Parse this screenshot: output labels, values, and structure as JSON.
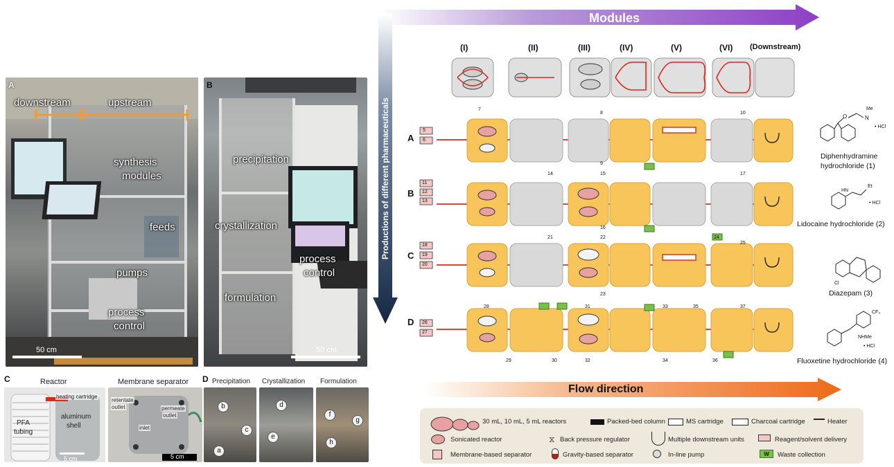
{
  "panels": {
    "A": {
      "letter": "A",
      "labels": {
        "downstream": "downstream",
        "upstream": "upstream",
        "synthesis": "synthesis",
        "modules": "modules",
        "feeds": "feeds",
        "pumps": "pumps",
        "process": "process",
        "control": "control"
      },
      "scale": "50 cm"
    },
    "B": {
      "letter": "B",
      "labels": {
        "precipitation": "precipitation",
        "crystallization": "crystallization",
        "formulation": "formulation",
        "process": "process",
        "control": "control"
      },
      "scale": "50 cm"
    },
    "C": {
      "letter": "C",
      "reactor_title": "Reactor",
      "separator_title": "Membrane separator",
      "heating": "heating cartridge",
      "pfa1": "PFA",
      "pfa2": "tubing",
      "al1": "aluminum",
      "al2": "shell",
      "retentate1": "retentate",
      "retentate2": "outlet",
      "permeate1": "permeate",
      "permeate2": "outlet",
      "inlet": "inlet",
      "scale1": "5 cm",
      "scale2": "5 cm"
    },
    "D": {
      "letter": "D",
      "titles": [
        "Precipitation",
        "Crystallization",
        "Formulation"
      ],
      "circles": [
        "a",
        "b",
        "c",
        "d",
        "e",
        "f",
        "g",
        "h"
      ]
    }
  },
  "diagram": {
    "modules_title": "Modules",
    "flow_title": "Flow direction",
    "y_axis_title": "Productions of different pharmaceuticals",
    "module_headers": [
      "(I)",
      "(II)",
      "(III)",
      "(IV)",
      "(V)",
      "(VI)",
      "(Downstream)"
    ],
    "rows": [
      {
        "letter": "A",
        "name": "Diphenhydramine",
        "name2": "hydrochloride (1)",
        "inputs": [
          "5",
          "6"
        ],
        "numbers": [
          "7",
          "8",
          "9",
          "10"
        ]
      },
      {
        "letter": "B",
        "name": "Lidocaine hydrochloride (2)",
        "name2": "",
        "inputs": [
          "11",
          "12",
          "13"
        ],
        "numbers": [
          "14",
          "15",
          "16",
          "17"
        ]
      },
      {
        "letter": "C",
        "name": "Diazepam (3)",
        "name2": "",
        "inputs": [
          "18",
          "19",
          "20"
        ],
        "numbers": [
          "21",
          "22",
          "23",
          "24",
          "25"
        ]
      },
      {
        "letter": "D",
        "name": "Fluoxetine hydrochloride (4)",
        "name2": "",
        "inputs": [
          "26",
          "27"
        ],
        "numbers": [
          "28",
          "29",
          "30",
          "31",
          "32",
          "33",
          "34",
          "35",
          "36",
          "37"
        ]
      }
    ],
    "reactor_labels": {
      "r30": "30",
      "r10": "10",
      "r5": "5"
    },
    "chem_labels": {
      "me": "Me",
      "hcl": "• HCl",
      "et": "Et",
      "hn": "HN",
      "n": "N",
      "o": "O",
      "cl": "Cl",
      "cf3": "CF₃",
      "nhme": "NHMe"
    }
  },
  "legend": {
    "items": [
      "30 mL, 10 mL, 5 mL reactors",
      "Packed-bed column",
      "MS cartridge",
      "Charcoal cartridge",
      "Heater",
      "Sonicated reactor",
      "Back pressure regulator",
      "Multiple downstream units",
      "Reagent/solvent delivery",
      "Membrane-based separator",
      "Gravity-based separator",
      "In-line pump",
      "Waste collection"
    ],
    "waste_symbol": "W"
  },
  "colors": {
    "module_orange": "#f8c55a",
    "module_gray": "#d9d9d9",
    "line_red": "#d62b1f",
    "arrow_purple": "#8e3fc7",
    "arrow_orange": "#ee6a1a",
    "arrow_navy": "#1b3050",
    "waste_green": "#79c04a"
  }
}
